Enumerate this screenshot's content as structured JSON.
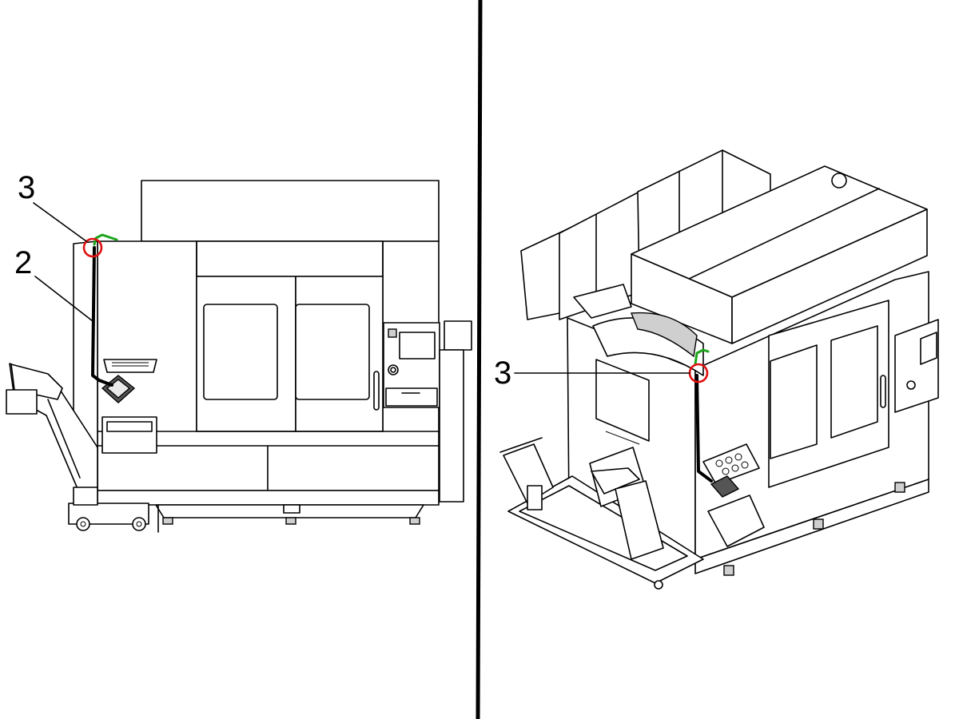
{
  "callouts": {
    "left_top": "3",
    "left_mid": "2",
    "right": "3"
  },
  "colors": {
    "marker_ring": "#e01010",
    "green_cable": "#1aa51a",
    "line": "#000000"
  }
}
